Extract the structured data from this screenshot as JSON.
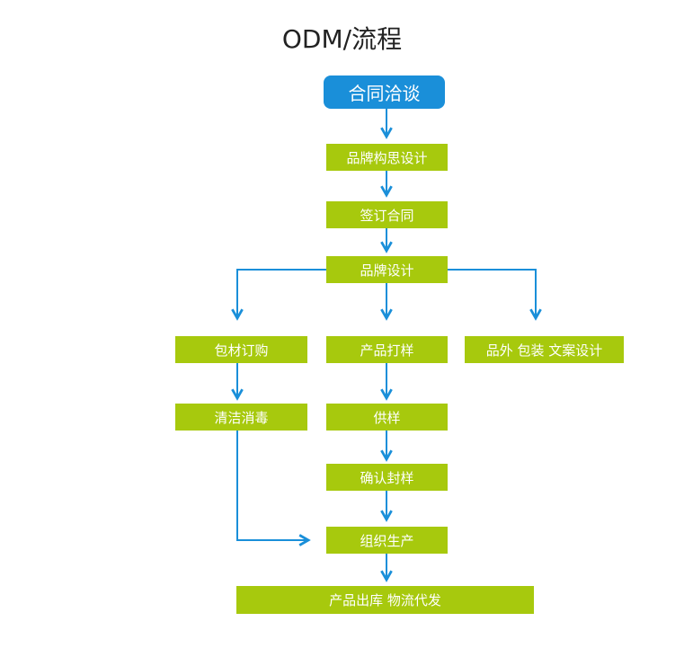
{
  "title": "ODM/流程",
  "nodes": {
    "start": "合同洽谈",
    "brand_concept": "品牌构思设计",
    "sign_contract": "签订合同",
    "brand_design": "品牌设计",
    "packaging_order": "包材订购",
    "product_sample": "产品打样",
    "packaging_copy": "品外 包装 文案设计",
    "clean_disinfect": "清洁消毒",
    "supply_sample": "供样",
    "confirm_seal": "确认封样",
    "production": "组织生产",
    "ship_out": "产品出库 物流代发"
  },
  "colors": {
    "start_fill": "#1a8fd9",
    "node_fill": "#a7c90d",
    "arrow": "#1a8fd9"
  }
}
